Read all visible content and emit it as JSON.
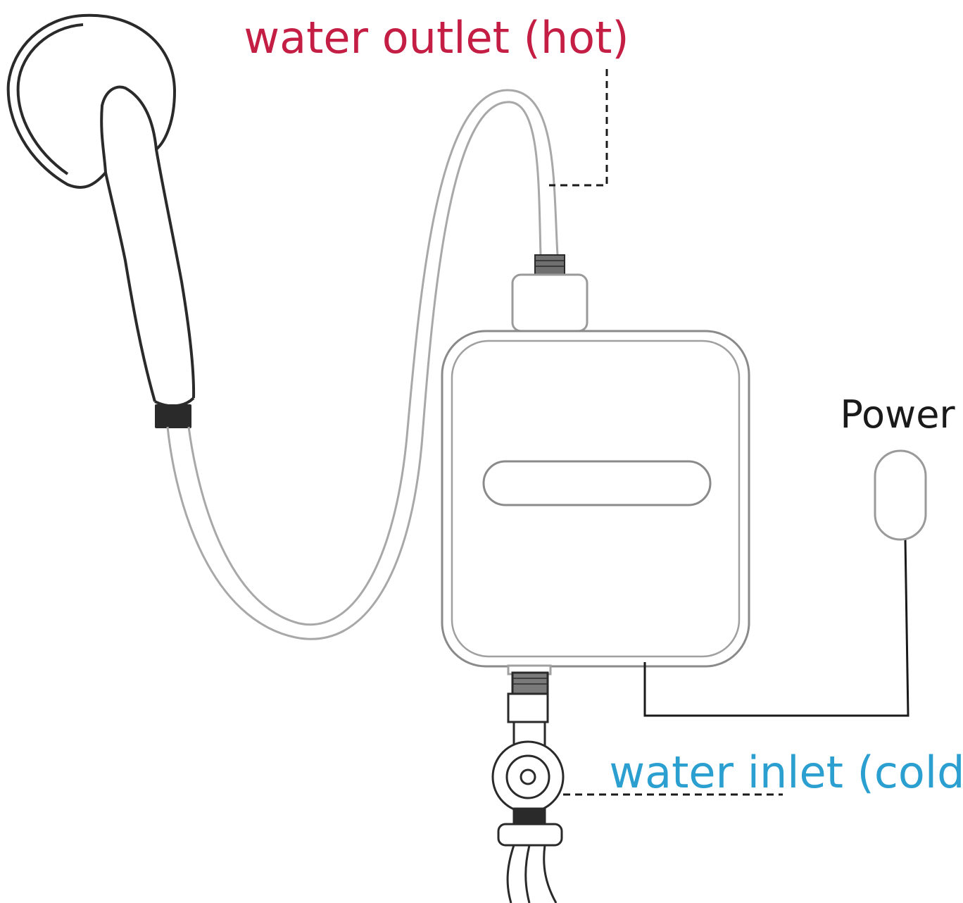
{
  "labels": {
    "outlet": "water outlet (hot)",
    "inlet": "water inlet (cold)",
    "power": "Power"
  },
  "colors": {
    "outlet": "#c41e45",
    "inlet": "#2a9fd0",
    "power": "#1a1a1a",
    "outline": "#2a2a2a",
    "outline_light": "#8a8a8a"
  },
  "icons": {
    "shower_head": "shower-head-icon",
    "heater": "water-heater-icon",
    "plug": "power-plug-icon",
    "valve": "valve-icon"
  }
}
